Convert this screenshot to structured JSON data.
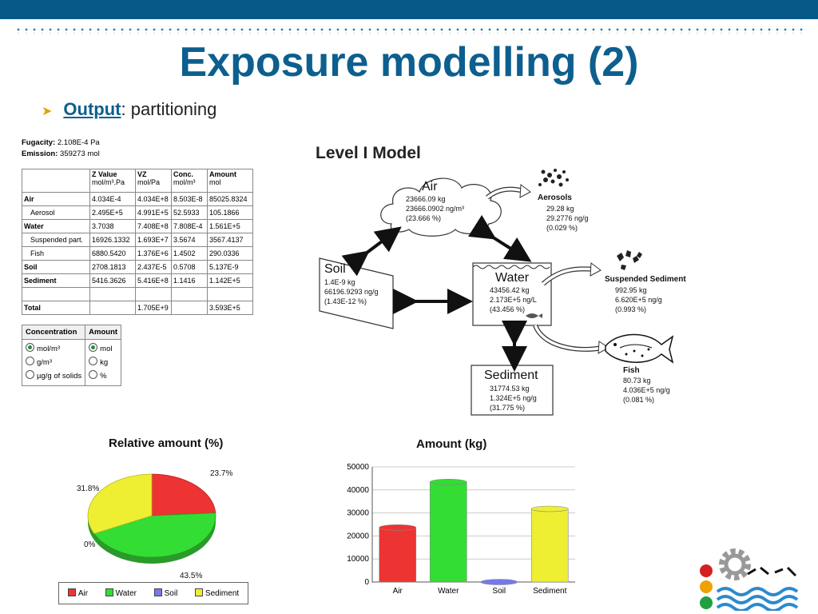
{
  "slide": {
    "title": "Exposure modelling (2)",
    "bullet_keyword": "Output",
    "bullet_rest": ": partitioning"
  },
  "summary": {
    "fugacity_label": "Fugacity:",
    "fugacity_value": "2.108E-4 Pa",
    "emission_label": "Emission:",
    "emission_value": "359273 mol"
  },
  "property_table": {
    "headers": [
      {
        "top": "",
        "unit": ""
      },
      {
        "top": "Z Value",
        "unit": "mol/m³.Pa"
      },
      {
        "top": "VZ",
        "unit": "mol/Pa"
      },
      {
        "top": "Conc.",
        "unit": "mol/m³"
      },
      {
        "top": "Amount",
        "unit": "mol"
      }
    ],
    "rows": [
      {
        "name": "Air",
        "z": "4.034E-4",
        "vz": "4.034E+8",
        "conc": "8.503E-8",
        "amount": "85025.8324"
      },
      {
        "name": "Aerosol",
        "z": "2.495E+5",
        "vz": "4.991E+5",
        "conc": "52.5933",
        "amount": "105.1866"
      },
      {
        "name": "Water",
        "z": "3.7038",
        "vz": "7.408E+8",
        "conc": "7.808E-4",
        "amount": "1.561E+5"
      },
      {
        "name": "Suspended part.",
        "z": "16926.1332",
        "vz": "1.693E+7",
        "conc": "3.5674",
        "amount": "3567.4137"
      },
      {
        "name": "Fish",
        "z": "6880.5420",
        "vz": "1.376E+6",
        "conc": "1.4502",
        "amount": "290.0336"
      },
      {
        "name": "Soil",
        "z": "2708.1813",
        "vz": "2.437E-5",
        "conc": "0.5708",
        "amount": "5.137E-9"
      },
      {
        "name": "Sediment",
        "z": "5416.3626",
        "vz": "5.416E+8",
        "conc": "1.1416",
        "amount": "1.142E+5"
      },
      {
        "name": "",
        "z": "",
        "vz": "",
        "conc": "",
        "amount": ""
      },
      {
        "name": "Total",
        "z": "",
        "vz": "1.705E+9",
        "conc": "",
        "amount": "3.593E+5"
      }
    ]
  },
  "options": {
    "concentration_header": "Concentration",
    "amount_header": "Amount",
    "concentration": [
      "mol/m³",
      "g/m³",
      "µg/g of solids"
    ],
    "amount": [
      "mol",
      "kg",
      "%"
    ],
    "concentration_selected": 0,
    "amount_selected": 0
  },
  "model": {
    "title": "Level I Model",
    "air": {
      "label": "Air",
      "lines": [
        "23666.09 kg",
        "23666.0902 ng/m³",
        "(23.666 %)"
      ]
    },
    "aerosols": {
      "label": "Aerosols",
      "lines": [
        "29.28 kg",
        "29.2776 ng/g",
        "(0.029 %)"
      ]
    },
    "soil": {
      "label": "Soil",
      "lines": [
        "1.4E-9 kg",
        "66196.9293 ng/g",
        "(1.43E-12 %)"
      ]
    },
    "water": {
      "label": "Water",
      "lines": [
        "43456.42 kg",
        "2.173E+5 ng/L",
        "(43.456 %)"
      ]
    },
    "suspended": {
      "label": "Suspended Sediment",
      "lines": [
        "992.95 kg",
        "6.620E+5 ng/g",
        "(0.993 %)"
      ]
    },
    "sediment": {
      "label": "Sediment",
      "lines": [
        "31774.53 kg",
        "1.324E+5 ng/g",
        "(31.775 %)"
      ]
    },
    "fish": {
      "label": "Fish",
      "lines": [
        "80.73 kg",
        "4.036E+5 ng/g",
        "(0.081 %)"
      ]
    }
  },
  "colors": {
    "topbar": "#075987",
    "title": "#0c5f8e",
    "air": "#ee3333",
    "water": "#33dd33",
    "soil": "#7777ee",
    "sediment": "#eeee33"
  },
  "chart_data": [
    {
      "type": "pie",
      "title": "Relative amount (%)",
      "categories": [
        "Air",
        "Water",
        "Soil",
        "Sediment"
      ],
      "values": [
        23.7,
        43.5,
        0,
        31.8
      ],
      "labels": [
        "23.7%",
        "43.5%",
        "0%",
        "31.8%"
      ]
    },
    {
      "type": "bar",
      "title": "Amount (kg)",
      "categories": [
        "Air",
        "Water",
        "Soil",
        "Sediment"
      ],
      "values": [
        23666,
        43456,
        0,
        31775
      ],
      "ylim": [
        0,
        50000
      ],
      "yticks": [
        "0",
        "10000",
        "20000",
        "30000",
        "40000",
        "50000"
      ],
      "grid": true
    }
  ]
}
